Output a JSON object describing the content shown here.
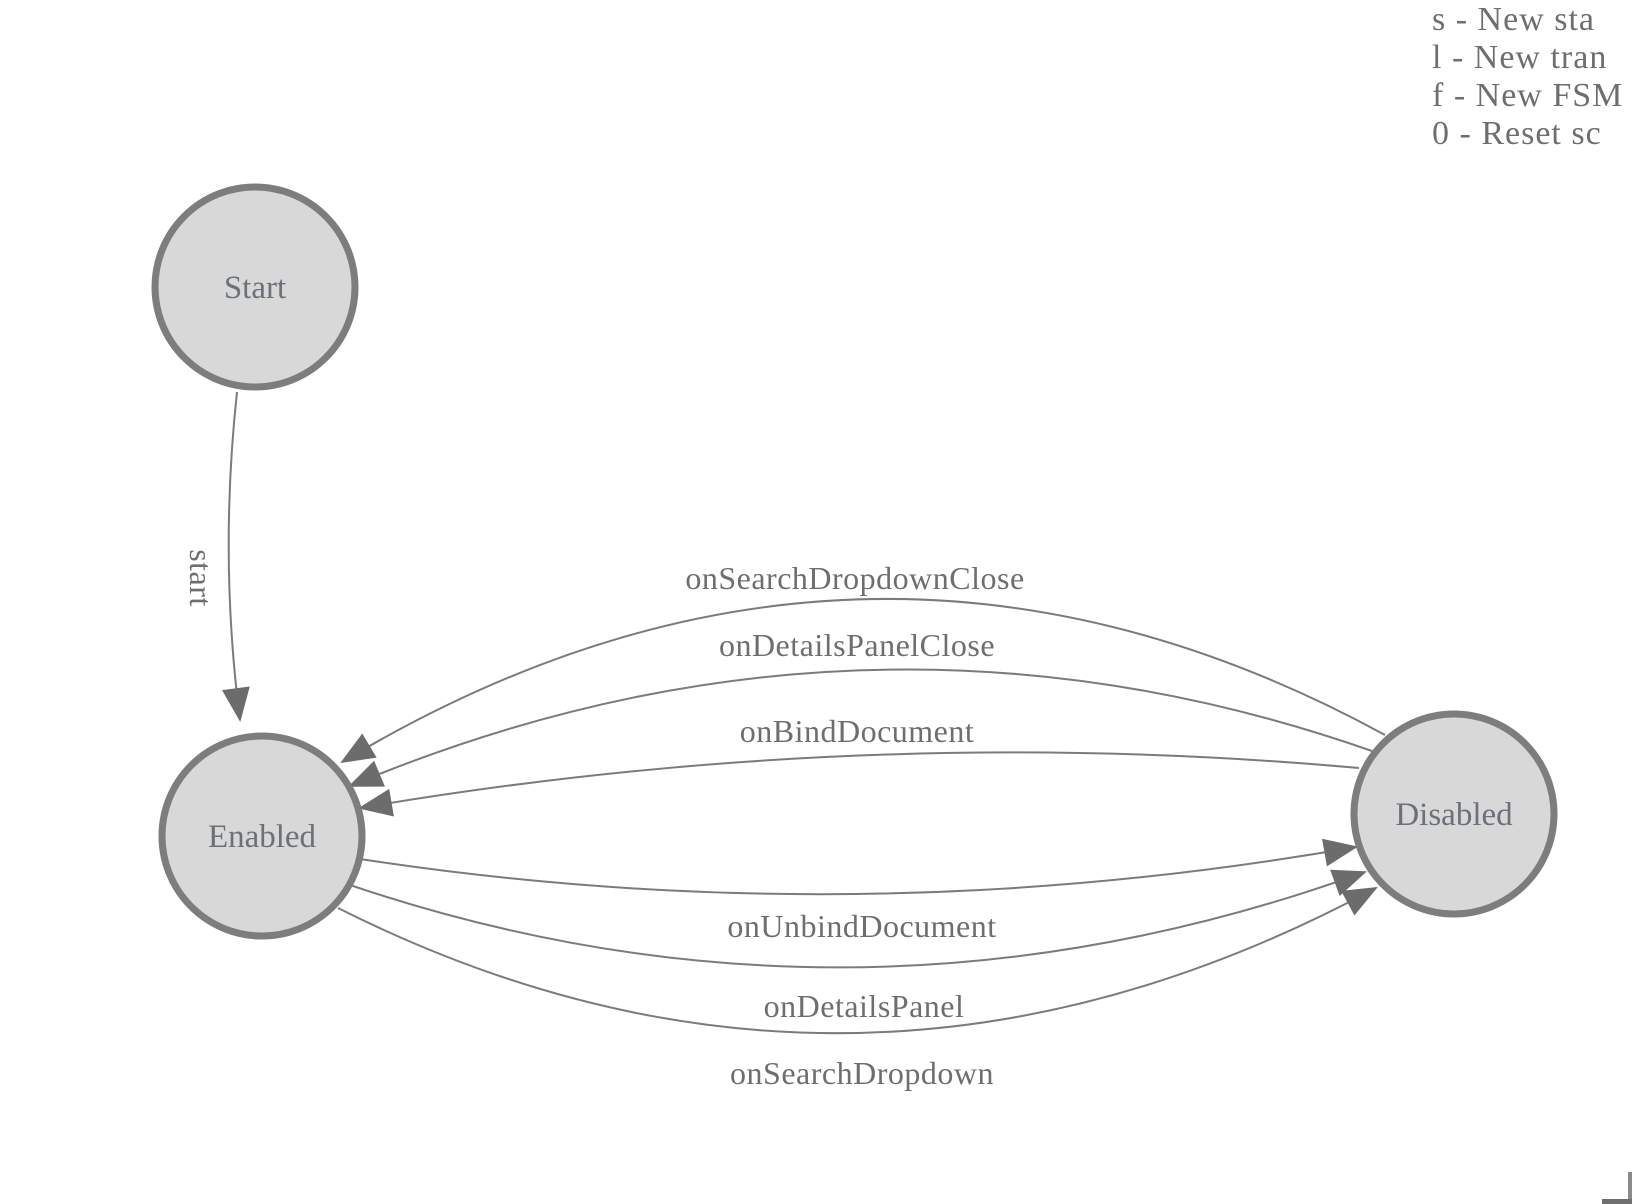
{
  "legend": {
    "lines": [
      "s - New sta",
      "l - New tran",
      "f - New FSM",
      "0 - Reset sc"
    ]
  },
  "diagram": {
    "nodes": [
      {
        "id": "start",
        "label": "Start"
      },
      {
        "id": "enabled",
        "label": "Enabled"
      },
      {
        "id": "disabled",
        "label": "Disabled"
      }
    ],
    "edges": [
      {
        "from": "start",
        "to": "enabled",
        "label": "start"
      },
      {
        "from": "disabled",
        "to": "enabled",
        "label": "onSearchDropdownClose"
      },
      {
        "from": "disabled",
        "to": "enabled",
        "label": "onDetailsPanelClose"
      },
      {
        "from": "disabled",
        "to": "enabled",
        "label": "onBindDocument"
      },
      {
        "from": "enabled",
        "to": "disabled",
        "label": "onUnbindDocument"
      },
      {
        "from": "enabled",
        "to": "disabled",
        "label": "onDetailsPanel"
      },
      {
        "from": "enabled",
        "to": "disabled",
        "label": "onSearchDropdown"
      }
    ],
    "colors": {
      "node_fill": "#d8d8d8",
      "node_stroke": "#7d7d7d",
      "edge_stroke": "#7b7b7b",
      "arrow_fill": "#6c6c6c",
      "edge_label_text": "#6e6e6e",
      "node_label_text": "#6b7179"
    }
  }
}
